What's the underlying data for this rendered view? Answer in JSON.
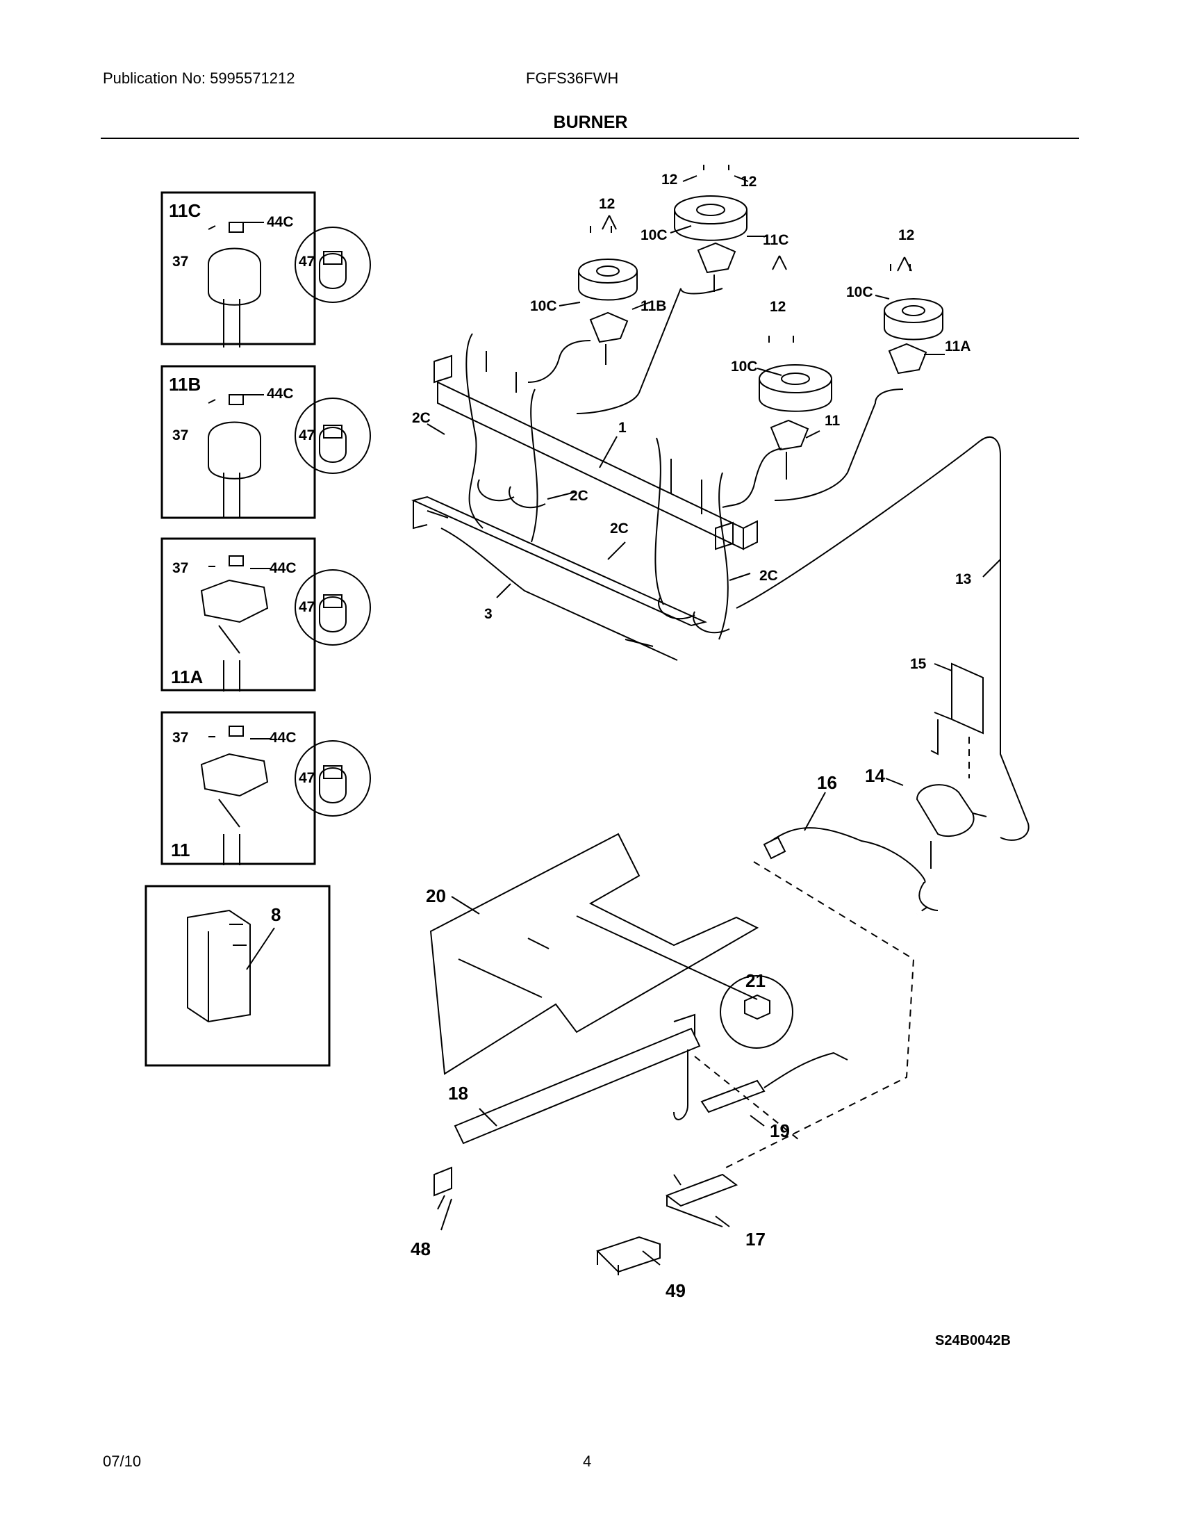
{
  "header": {
    "publication": "Publication No: 5995571212",
    "model": "FGFS36FWH",
    "section_title": "BURNER"
  },
  "insets": [
    {
      "id": "11C",
      "screw": "37",
      "cap": "44C",
      "orifice": "47"
    },
    {
      "id": "11B",
      "screw": "37",
      "cap": "44C",
      "orifice": "47"
    },
    {
      "id": "11A",
      "screw": "37",
      "cap": "44C",
      "orifice": "47"
    },
    {
      "id": "11",
      "screw": "37",
      "cap": "44C",
      "orifice": "47"
    }
  ],
  "igniter_inset": {
    "part": "8"
  },
  "part_labels": {
    "screw": "12",
    "burner_cap": "10C",
    "head_11C": "11C",
    "head_11B": "11B",
    "head_11A": "11A",
    "head_11": "11",
    "manifold": "1",
    "wire": "2C",
    "bracket": "3",
    "supply_tube": "13",
    "regulator_bracket": "15",
    "regulator": "14",
    "flex_line": "16",
    "baffle": "20",
    "nut": "21",
    "oven_burner": "18",
    "igniter": "19",
    "oven_valve": "17",
    "clip_48": "48",
    "clip_49": "49"
  },
  "footer": {
    "diagram_code": "S24B0042B",
    "date": "07/10",
    "page": "4"
  }
}
